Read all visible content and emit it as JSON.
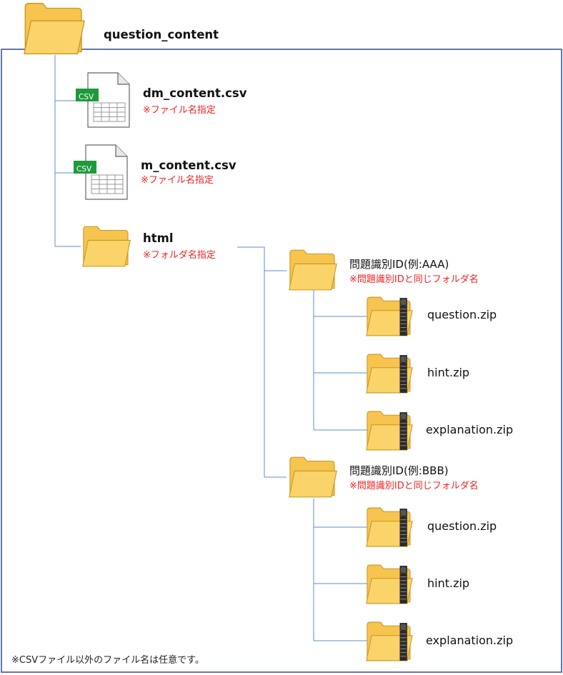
{
  "root": {
    "name": "question_content"
  },
  "files": [
    {
      "name": "dm_content.csv",
      "note": "※ファイル名指定",
      "badge": "CSV"
    },
    {
      "name": "m_content.csv",
      "note": "※ファイル名指定",
      "badge": "CSV"
    }
  ],
  "html_folder": {
    "name": "html",
    "note": "※フォルダ名指定"
  },
  "problem_folders": [
    {
      "name": "問題識別ID(例:AAA)",
      "note": "※問題識別IDと同じフォルダ名",
      "zips": [
        "question.zip",
        "hint.zip",
        "explanation.zip"
      ]
    },
    {
      "name": "問題識別ID(例:BBB)",
      "note": "※問題識別IDと同じフォルダ名",
      "zips": [
        "question.zip",
        "hint.zip",
        "explanation.zip"
      ]
    }
  ],
  "footer_note": "※CSVファイル以外のファイル名は任意です。",
  "colors": {
    "folder_fill": "#f6c44f",
    "folder_front": "#fad36b",
    "folder_stroke": "#c9971e",
    "border": "#2e4d8a",
    "connector": "#5b8fcf",
    "note_red": "#ee2222",
    "csv_badge": "#1e9a3c"
  }
}
